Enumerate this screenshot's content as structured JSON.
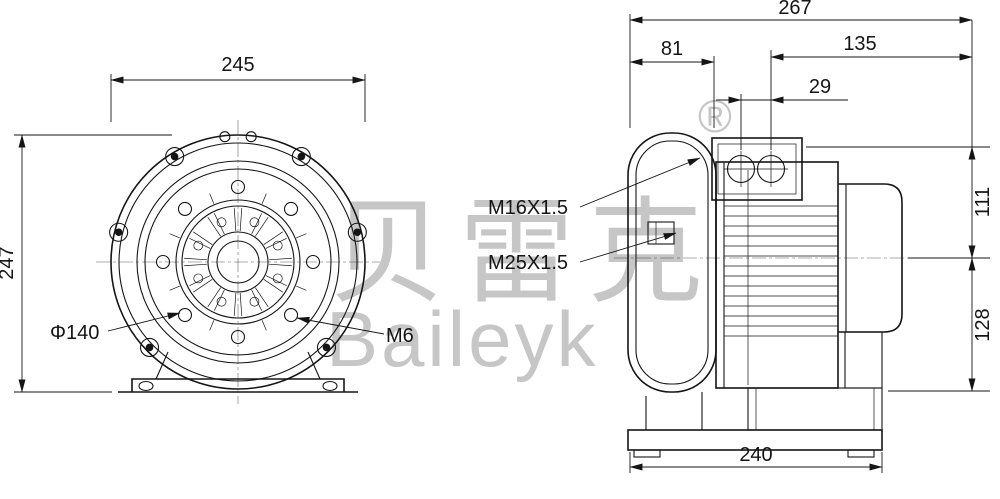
{
  "watermark": {
    "cjk": "贝雷克",
    "registered": "®",
    "latin": "Baileyk"
  },
  "front_view": {
    "dim_overall_width": "245",
    "dim_overall_height": "247",
    "dim_bolt_circle": "Φ140",
    "dim_mounting_thread": "M6"
  },
  "side_view": {
    "dim_overall_length": "267",
    "dim_housing_depth": "81",
    "dim_motor_length": "135",
    "dim_terminal_offset": "29",
    "dim_height_above_axis": "111",
    "dim_height_below_axis": "128",
    "dim_base_length": "240",
    "label_cable_gland_small": "M16X1.5",
    "label_cable_gland_large": "M25X1.5"
  }
}
